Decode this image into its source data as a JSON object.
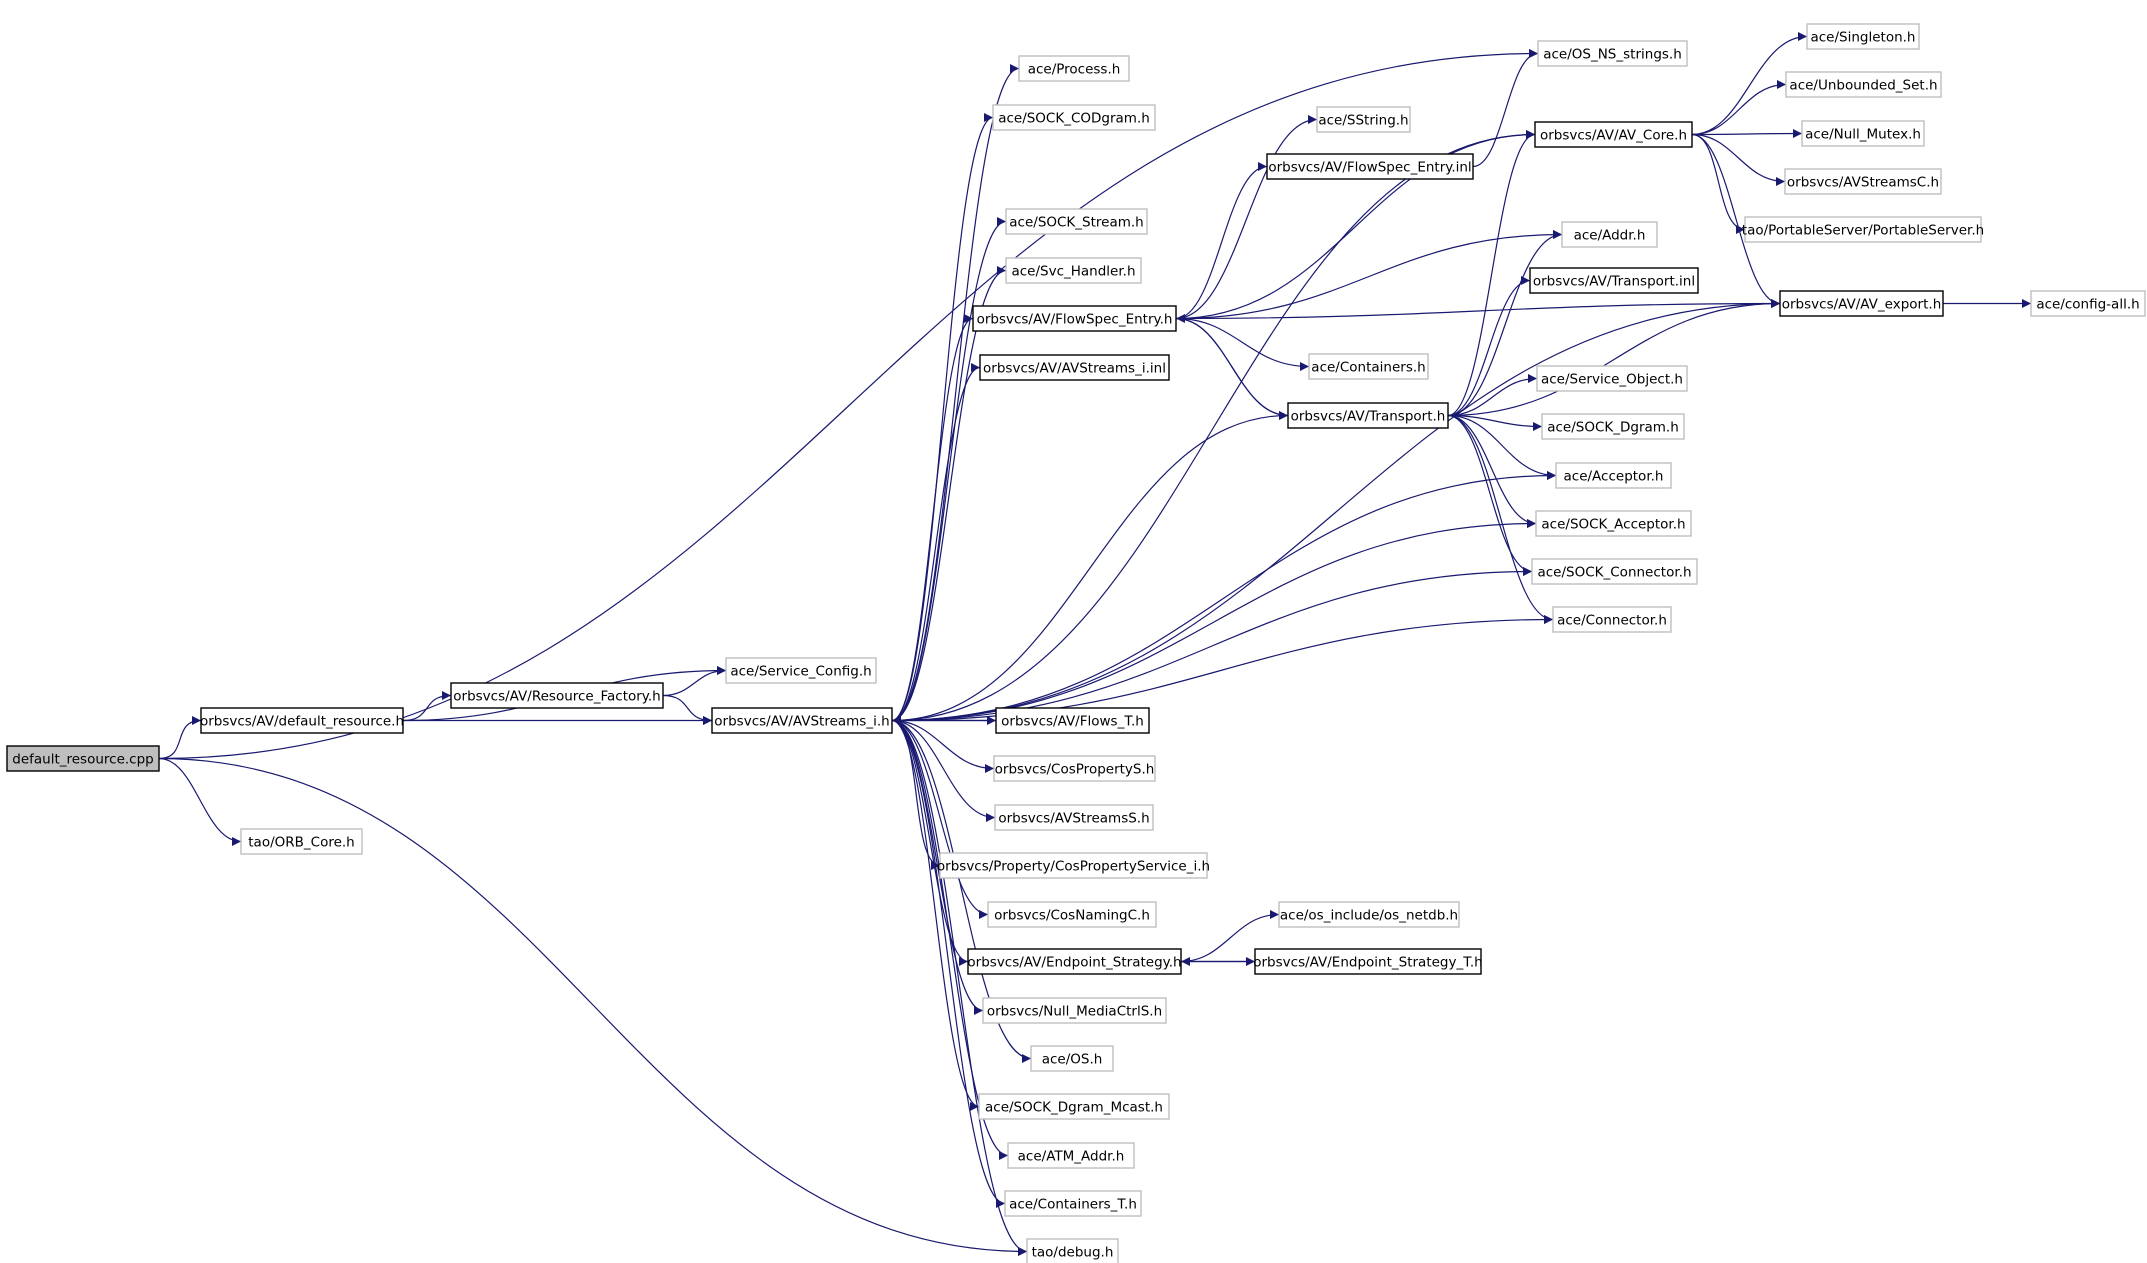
{
  "graph": {
    "edge_color": "#191970",
    "root_fill": "#bfbfbf",
    "nodes": [
      {
        "id": "root",
        "label": "default_resource.cpp",
        "style": "root"
      },
      {
        "id": "def_res_h",
        "label": "orbsvcs/AV/default_resource.h",
        "style": "doc"
      },
      {
        "id": "orb_core",
        "label": "tao/ORB_Core.h",
        "style": "nodoc"
      },
      {
        "id": "res_factory",
        "label": "orbsvcs/AV/Resource_Factory.h",
        "style": "doc"
      },
      {
        "id": "svc_config",
        "label": "ace/Service_Config.h",
        "style": "nodoc"
      },
      {
        "id": "avstreams_i",
        "label": "orbsvcs/AV/AVStreams_i.h",
        "style": "doc"
      },
      {
        "id": "os_ns_strings",
        "label": "ace/OS_NS_strings.h",
        "style": "nodoc"
      },
      {
        "id": "process",
        "label": "ace/Process.h",
        "style": "nodoc"
      },
      {
        "id": "sock_codgram",
        "label": "ace/SOCK_CODgram.h",
        "style": "nodoc"
      },
      {
        "id": "sock_stream",
        "label": "ace/SOCK_Stream.h",
        "style": "nodoc"
      },
      {
        "id": "svc_handler",
        "label": "ace/Svc_Handler.h",
        "style": "nodoc"
      },
      {
        "id": "flowspec",
        "label": "orbsvcs/AV/FlowSpec_Entry.h",
        "style": "doc"
      },
      {
        "id": "avstreams_inl",
        "label": "orbsvcs/AV/AVStreams_i.inl",
        "style": "doc"
      },
      {
        "id": "sstring",
        "label": "ace/SString.h",
        "style": "nodoc"
      },
      {
        "id": "flowspec_inl",
        "label": "orbsvcs/AV/FlowSpec_Entry.inl",
        "style": "doc"
      },
      {
        "id": "containers",
        "label": "ace/Containers.h",
        "style": "nodoc"
      },
      {
        "id": "transport",
        "label": "orbsvcs/AV/Transport.h",
        "style": "doc"
      },
      {
        "id": "av_core",
        "label": "orbsvcs/AV/AV_Core.h",
        "style": "doc"
      },
      {
        "id": "addr",
        "label": "ace/Addr.h",
        "style": "nodoc"
      },
      {
        "id": "transport_inl",
        "label": "orbsvcs/AV/Transport.inl",
        "style": "doc"
      },
      {
        "id": "service_object",
        "label": "ace/Service_Object.h",
        "style": "nodoc"
      },
      {
        "id": "sock_dgram",
        "label": "ace/SOCK_Dgram.h",
        "style": "nodoc"
      },
      {
        "id": "acceptor",
        "label": "ace/Acceptor.h",
        "style": "nodoc"
      },
      {
        "id": "sock_acceptor",
        "label": "ace/SOCK_Acceptor.h",
        "style": "nodoc"
      },
      {
        "id": "sock_connector",
        "label": "ace/SOCK_Connector.h",
        "style": "nodoc"
      },
      {
        "id": "connector",
        "label": "ace/Connector.h",
        "style": "nodoc"
      },
      {
        "id": "singleton",
        "label": "ace/Singleton.h",
        "style": "nodoc"
      },
      {
        "id": "unbounded_set",
        "label": "ace/Unbounded_Set.h",
        "style": "nodoc"
      },
      {
        "id": "null_mutex",
        "label": "ace/Null_Mutex.h",
        "style": "nodoc"
      },
      {
        "id": "avstreamsc",
        "label": "orbsvcs/AVStreamsC.h",
        "style": "nodoc"
      },
      {
        "id": "portable_server",
        "label": "tao/PortableServer/PortableServer.h",
        "style": "nodoc"
      },
      {
        "id": "av_export",
        "label": "orbsvcs/AV/AV_export.h",
        "style": "doc"
      },
      {
        "id": "config_all",
        "label": "ace/config-all.h",
        "style": "nodoc"
      },
      {
        "id": "flows_t",
        "label": "orbsvcs/AV/Flows_T.h",
        "style": "doc"
      },
      {
        "id": "cospropertys",
        "label": "orbsvcs/CosPropertyS.h",
        "style": "nodoc"
      },
      {
        "id": "avstreamss",
        "label": "orbsvcs/AVStreamsS.h",
        "style": "nodoc"
      },
      {
        "id": "cosproperty_i",
        "label": "orbsvcs/Property/CosPropertyService_i.h",
        "style": "nodoc"
      },
      {
        "id": "cosnamingc",
        "label": "orbsvcs/CosNamingC.h",
        "style": "nodoc"
      },
      {
        "id": "os_netdb",
        "label": "ace/os_include/os_netdb.h",
        "style": "nodoc"
      },
      {
        "id": "endpoint_strategy",
        "label": "orbsvcs/AV/Endpoint_Strategy.h",
        "style": "doc"
      },
      {
        "id": "endpoint_strategy_t",
        "label": "orbsvcs/AV/Endpoint_Strategy_T.h",
        "style": "doc"
      },
      {
        "id": "null_mediactrls",
        "label": "orbsvcs/Null_MediaCtrlS.h",
        "style": "nodoc"
      },
      {
        "id": "os_h",
        "label": "ace/OS.h",
        "style": "nodoc"
      },
      {
        "id": "sock_dgram_mcast",
        "label": "ace/SOCK_Dgram_Mcast.h",
        "style": "nodoc"
      },
      {
        "id": "atm_addr",
        "label": "ace/ATM_Addr.h",
        "style": "nodoc"
      },
      {
        "id": "containers_t",
        "label": "ace/Containers_T.h",
        "style": "nodoc"
      },
      {
        "id": "debug",
        "label": "tao/debug.h",
        "style": "nodoc"
      }
    ],
    "edges": [
      [
        "root",
        "os_ns_strings"
      ],
      [
        "root",
        "def_res_h"
      ],
      [
        "root",
        "orb_core"
      ],
      [
        "root",
        "debug"
      ],
      [
        "def_res_h",
        "svc_config"
      ],
      [
        "def_res_h",
        "res_factory"
      ],
      [
        "def_res_h",
        "avstreams_i"
      ],
      [
        "res_factory",
        "svc_config"
      ],
      [
        "res_factory",
        "avstreams_i"
      ],
      [
        "avstreams_i",
        "process"
      ],
      [
        "avstreams_i",
        "sock_codgram"
      ],
      [
        "avstreams_i",
        "av_core"
      ],
      [
        "avstreams_i",
        "sock_stream"
      ],
      [
        "avstreams_i",
        "svc_handler"
      ],
      [
        "avstreams_i",
        "flowspec"
      ],
      [
        "avstreams_i",
        "avstreams_inl"
      ],
      [
        "avstreams_i",
        "transport"
      ],
      [
        "avstreams_i",
        "acceptor"
      ],
      [
        "avstreams_i",
        "sock_acceptor"
      ],
      [
        "avstreams_i",
        "sock_connector"
      ],
      [
        "avstreams_i",
        "connector"
      ],
      [
        "avstreams_i",
        "av_export"
      ],
      [
        "avstreams_i",
        "flows_t"
      ],
      [
        "avstreams_i",
        "cospropertys"
      ],
      [
        "avstreams_i",
        "avstreamss"
      ],
      [
        "avstreams_i",
        "cosproperty_i"
      ],
      [
        "avstreams_i",
        "cosnamingc"
      ],
      [
        "avstreams_i",
        "endpoint_strategy"
      ],
      [
        "avstreams_i",
        "null_mediactrls"
      ],
      [
        "avstreams_i",
        "os_h"
      ],
      [
        "avstreams_i",
        "sock_dgram_mcast"
      ],
      [
        "avstreams_i",
        "atm_addr"
      ],
      [
        "avstreams_i",
        "containers_t"
      ],
      [
        "avstreams_i",
        "debug"
      ],
      [
        "flows_t",
        "avstreams_i"
      ],
      [
        "flowspec",
        "sstring"
      ],
      [
        "flowspec",
        "flowspec_inl"
      ],
      [
        "flowspec",
        "av_core"
      ],
      [
        "flowspec",
        "addr"
      ],
      [
        "flowspec",
        "containers"
      ],
      [
        "flowspec",
        "transport"
      ],
      [
        "flowspec",
        "av_export"
      ],
      [
        "flowspec_inl",
        "os_ns_strings"
      ],
      [
        "transport",
        "flowspec"
      ],
      [
        "transport",
        "av_core"
      ],
      [
        "transport",
        "addr"
      ],
      [
        "transport",
        "transport_inl"
      ],
      [
        "transport",
        "av_export"
      ],
      [
        "transport",
        "service_object"
      ],
      [
        "transport",
        "sock_dgram"
      ],
      [
        "transport",
        "acceptor"
      ],
      [
        "transport",
        "sock_acceptor"
      ],
      [
        "transport",
        "sock_connector"
      ],
      [
        "transport",
        "connector"
      ],
      [
        "av_core",
        "singleton"
      ],
      [
        "av_core",
        "unbounded_set"
      ],
      [
        "av_core",
        "null_mutex"
      ],
      [
        "av_core",
        "avstreamsc"
      ],
      [
        "av_core",
        "portable_server"
      ],
      [
        "av_core",
        "av_export"
      ],
      [
        "av_export",
        "config_all"
      ],
      [
        "endpoint_strategy",
        "os_netdb"
      ],
      [
        "endpoint_strategy",
        "endpoint_strategy_t"
      ],
      [
        "endpoint_strategy_t",
        "endpoint_strategy"
      ]
    ]
  }
}
